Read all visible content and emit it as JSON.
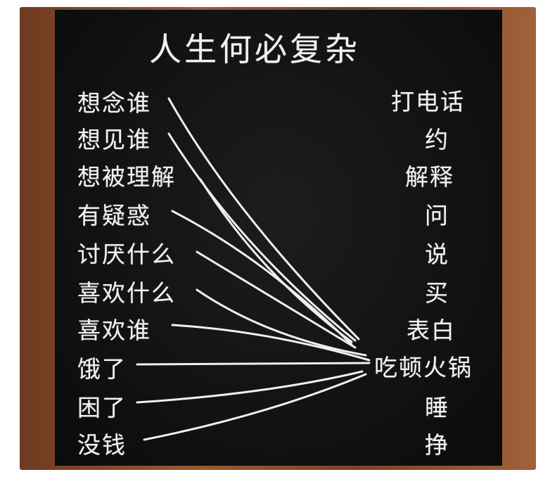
{
  "title": "人生何必复杂",
  "left_items": [
    "想念谁",
    "想见谁",
    "想被理解",
    "有疑惑",
    "讨厌什么",
    "喜欢什么",
    "喜欢谁",
    "饿了",
    "困了",
    "没钱"
  ],
  "right_items": [
    "打电话",
    "约",
    "解释",
    "问",
    "说",
    "买",
    "表白",
    "吃顿火锅",
    "睡",
    "挣"
  ],
  "colors": {
    "board": "#121313",
    "frame": "#8b4e2c",
    "chalk": "#f1f1f1"
  }
}
